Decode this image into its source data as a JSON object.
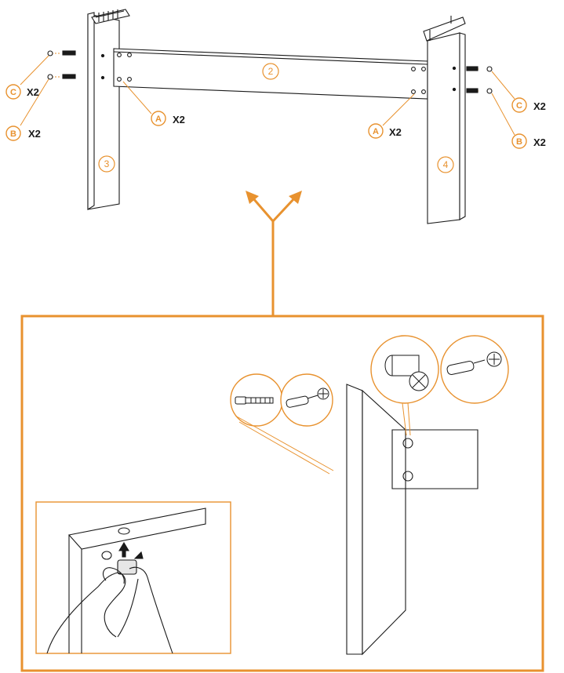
{
  "colors": {
    "accent": "#e8922f",
    "line": "#1a1a1a",
    "panel_fill": "#ffffff"
  },
  "labels": {
    "part_a": "A",
    "part_b": "B",
    "part_c": "C",
    "qty": "X2",
    "panel_2": "2",
    "panel_3": "3",
    "panel_4": "4"
  }
}
